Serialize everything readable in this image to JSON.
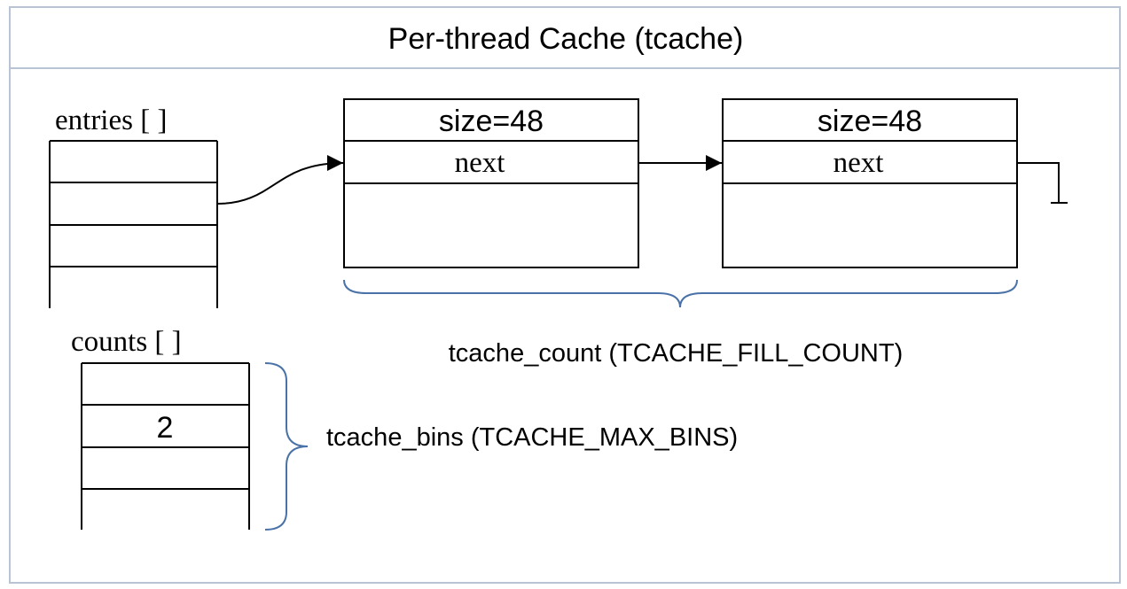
{
  "title": "Per-thread Cache (tcache)",
  "entries_label": "entries [ ]",
  "counts_label": "counts [ ]",
  "counts_value": "2",
  "chunks": [
    {
      "size_label": "size=48",
      "next_label": "next"
    },
    {
      "size_label": "size=48",
      "next_label": "next"
    }
  ],
  "tcache_count_label": "tcache_count (TCACHE_FILL_COUNT)",
  "tcache_bins_label": "tcache_bins (TCACHE_MAX_BINS)",
  "colors": {
    "frame_border": "#b8c4d4",
    "brace": "#4a72a8",
    "line": "#000000"
  }
}
